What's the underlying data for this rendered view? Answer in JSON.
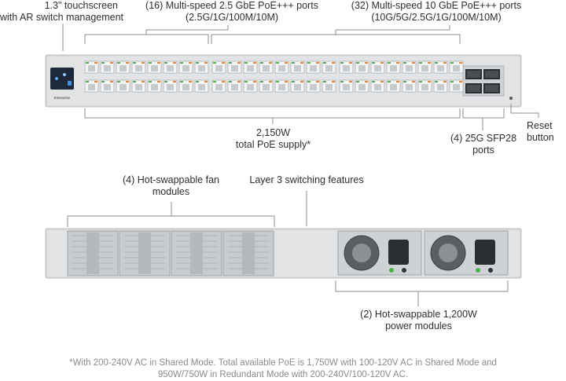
{
  "front": {
    "touchscreen_label_1": "1.3\" touchscreen",
    "touchscreen_label_2": "with AR switch management",
    "ports25_label_1": "(16) Multi-speed 2.5 GbE PoE+++ ports",
    "ports25_label_2": "(2.5G/1G/100M/10M)",
    "ports10_label_1": "(32) Multi-speed 10 GbE PoE+++ ports",
    "ports10_label_2": "(10G/5G/2.5G/1G/100M/10M)",
    "poe_label_1": "2,150W",
    "poe_label_2": "total PoE supply*",
    "sfp_label_1": "(4) 25G SFP28",
    "sfp_label_2": "ports",
    "reset_label_1": "Reset",
    "reset_label_2": "button",
    "logo_text": "Enterprise"
  },
  "rear": {
    "fan_label_1": "(4) Hot-swappable fan",
    "fan_label_2": "modules",
    "layer3_label": "Layer 3 switching features",
    "psu_label_1": "(2) Hot-swappable 1,200W",
    "psu_label_2": "power modules"
  },
  "footnote_1": "*With 200-240V AC in Shared Mode. Total available PoE is 1,750W with 100-120V AC in Shared Mode and",
  "footnote_2": "950W/750W in Redundant Mode with 200-240V/100-120V AC.",
  "colors": {
    "chassis": "#d6d8da",
    "port_led_green": "#4caf50",
    "port_led_orange": "#e8833a",
    "line": "#9a9a9a"
  }
}
